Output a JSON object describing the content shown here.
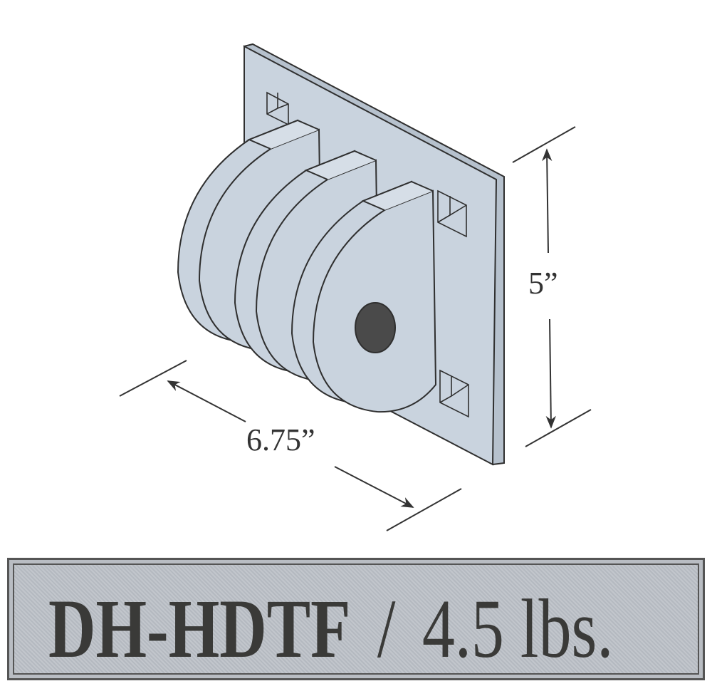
{
  "diagram": {
    "dimensions": {
      "height": "5”",
      "width": "6.75”"
    },
    "banner": {
      "model": "DH-HDTF",
      "separator": "/",
      "weight": "4.5 lbs."
    },
    "colors": {
      "part": "#c9d3de",
      "outline": "#2f2f2f",
      "banner": "#b9bdc3",
      "text": "#3a3a38"
    }
  }
}
